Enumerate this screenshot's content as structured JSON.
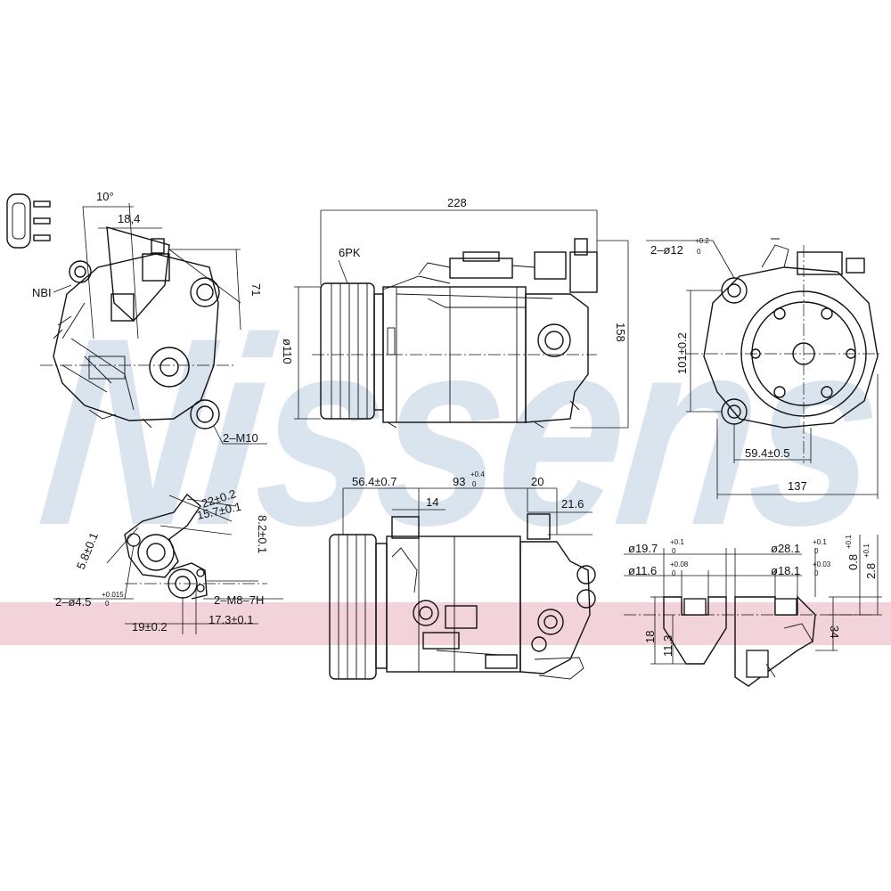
{
  "brand": {
    "watermark": "Nissens",
    "watermark_color": "#a9bfd8",
    "band_color": "#f3d3da"
  },
  "connector_view": {
    "angle_label": "10°",
    "dim_top": "18,4",
    "dim_side": "71",
    "connector_label": "NBI",
    "mount_label": "2–M10"
  },
  "side_view": {
    "length": "228",
    "belt_label": "6PK",
    "pulley_diameter": "ø110",
    "height": "158"
  },
  "front_view": {
    "holes_label": "2–ø12",
    "holes_tol_upper": "+0.2",
    "holes_tol_lower": "0",
    "height": "101±0.2",
    "hole_spacing": "59.4±0.5",
    "width": "137"
  },
  "port_detail": {
    "d1": "22±0.2",
    "d2": "15.7±0.1",
    "angle_dim": "8.2±0.1",
    "dim_diag": "5.8±0.1",
    "holes_label": "2–ø4.5",
    "holes_tol_upper": "+0.015",
    "holes_tol_lower": "0",
    "thread_label": "2–M8–7H",
    "dim_a": "19±0.2",
    "dim_b": "17.3±0.1"
  },
  "bottom_view": {
    "dim_a": "56.4±0.7",
    "dim_b": "93",
    "dim_b_tol_upper": "+0.4",
    "dim_b_tol_lower": "0",
    "dim_c": "20",
    "dim_d": "14",
    "dim_e": "21.6"
  },
  "section_view": {
    "d_outer_left": "ø19.7",
    "d_outer_left_tol": "+0.1",
    "d_inner_left": "ø11.6",
    "d_inner_left_tol": "+0.08",
    "d_outer_right": "ø28.1",
    "d_outer_right_tol": "+0.1",
    "d_inner_right": "ø18.1",
    "d_inner_right_tol": "+0.03",
    "tol_zero": "0",
    "depth_a": "0.8",
    "depth_a_tol": "+0.1",
    "depth_b": "2.8",
    "depth_b_tol": "+0.1",
    "height_a": "18",
    "height_b": "11.3",
    "height_c": "34"
  }
}
